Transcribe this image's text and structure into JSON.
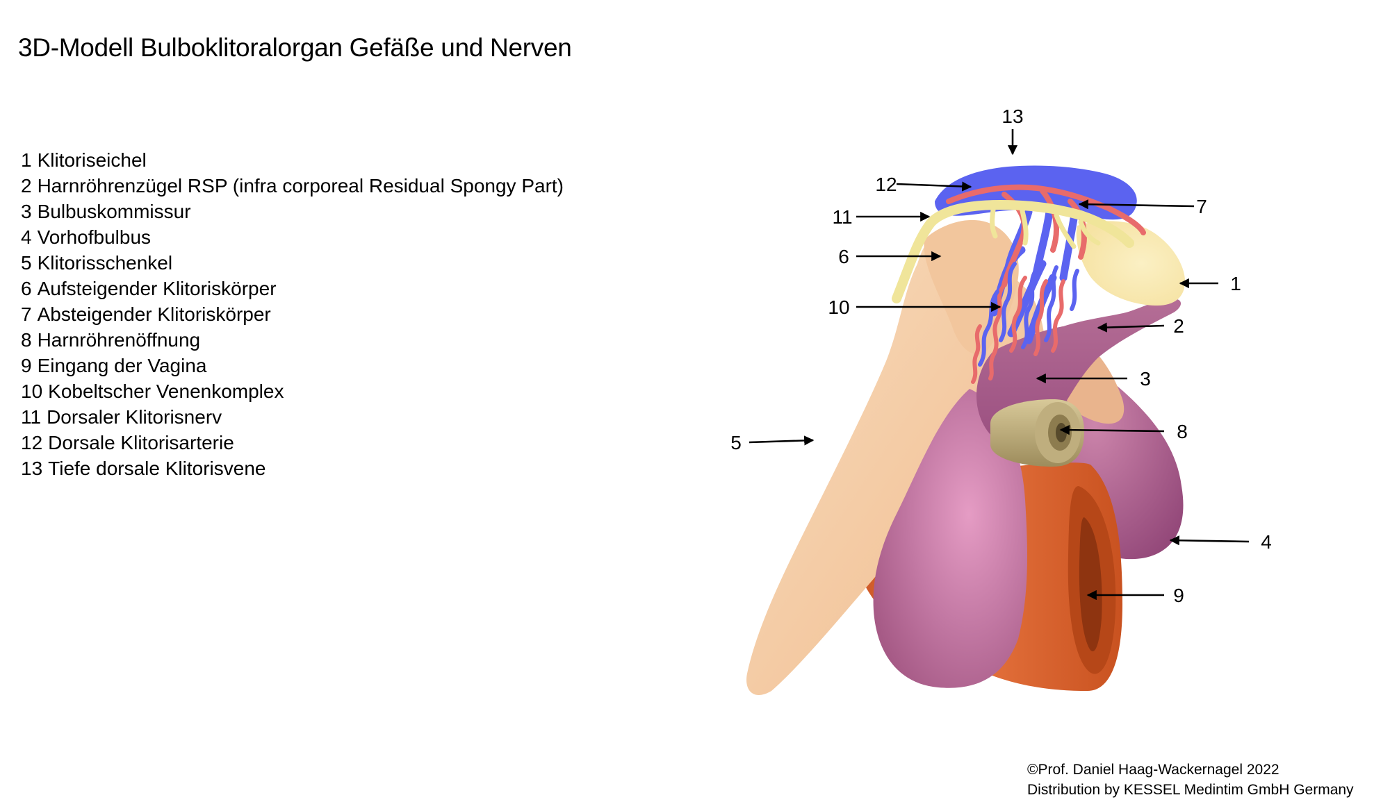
{
  "title": "3D-Modell Bulboklitoralorgan Gefäße und Nerven",
  "legend": [
    {
      "num": "1",
      "label": "Klitoriseichel"
    },
    {
      "num": "2",
      "label": "Harnröhrenzügel RSP (infra corporeal Residual Spongy Part)"
    },
    {
      "num": "3",
      "label": "Bulbuskommissur"
    },
    {
      "num": "4",
      "label": "Vorhofbulbus"
    },
    {
      "num": "5",
      "label": "Klitorisschenkel"
    },
    {
      "num": "6",
      "label": "Aufsteigender Klitoriskörper"
    },
    {
      "num": "7",
      "label": "Absteigender Klitoriskörper"
    },
    {
      "num": "8",
      "label": "Harnröhrenöffnung"
    },
    {
      "num": "9",
      "label": "Eingang der Vagina"
    },
    {
      "num": "10",
      "label": "Kobeltscher Venenkomplex"
    },
    {
      "num": "11",
      "label": "Dorsaler Klitorisnerv"
    },
    {
      "num": "12",
      "label": "Dorsale Klitorisarterie"
    },
    {
      "num": "13",
      "label": "Tiefe dorsale Klitorisvene"
    }
  ],
  "callouts": [
    "1",
    "2",
    "3",
    "4",
    "5",
    "6",
    "7",
    "8",
    "9",
    "10",
    "11",
    "12",
    "13"
  ],
  "credits": {
    "line1": "©Prof. Daniel Haag-Wackernagel 2022",
    "line2": "Distribution by KESSEL Medintim GmbH Germany"
  },
  "colors": {
    "crus": "#f3c8a0",
    "bulb": "#a65a86",
    "bulb_highlight": "#e59cc4",
    "glans": "#f6e3a4",
    "nerve": "#f0e59a",
    "artery": "#e86b6b",
    "vein": "#5b63f0",
    "vagina": "#e26f3a",
    "urethra": "#bfae7e"
  }
}
